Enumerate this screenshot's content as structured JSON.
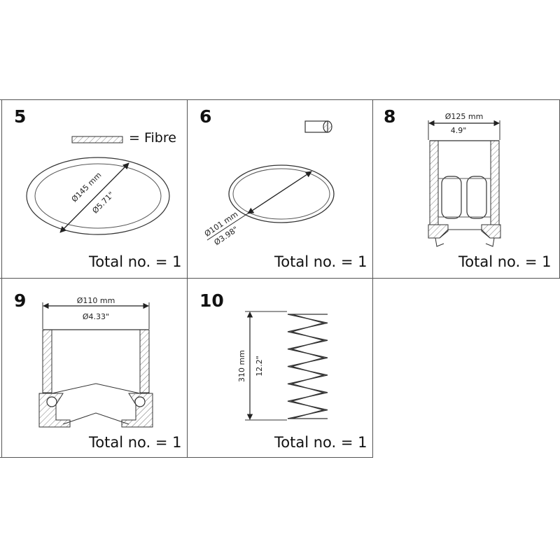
{
  "parts": [
    {
      "number": "5",
      "total": "Total no. = 1",
      "dim_mm": "Ø145 mm",
      "dim_in": "Ø5.71\"",
      "material_label": "= Fibre"
    },
    {
      "number": "6",
      "total": "Total no. = 1",
      "dim_mm": "Ø101 mm",
      "dim_in": "Ø3.98\""
    },
    {
      "number": "8",
      "total": "Total no. = 1",
      "dim_mm": "Ø125 mm",
      "dim_in": "4.9\""
    },
    {
      "number": "9",
      "total": "Total no. = 1",
      "dim_mm": "Ø110 mm",
      "dim_in": "Ø4.33\""
    },
    {
      "number": "10",
      "total": "Total no. = 1",
      "dim_mm": "310 mm",
      "dim_in": "12.2\""
    }
  ],
  "colors": {
    "line": "#555555",
    "stroke": "#333333",
    "hatch": "#777777"
  }
}
